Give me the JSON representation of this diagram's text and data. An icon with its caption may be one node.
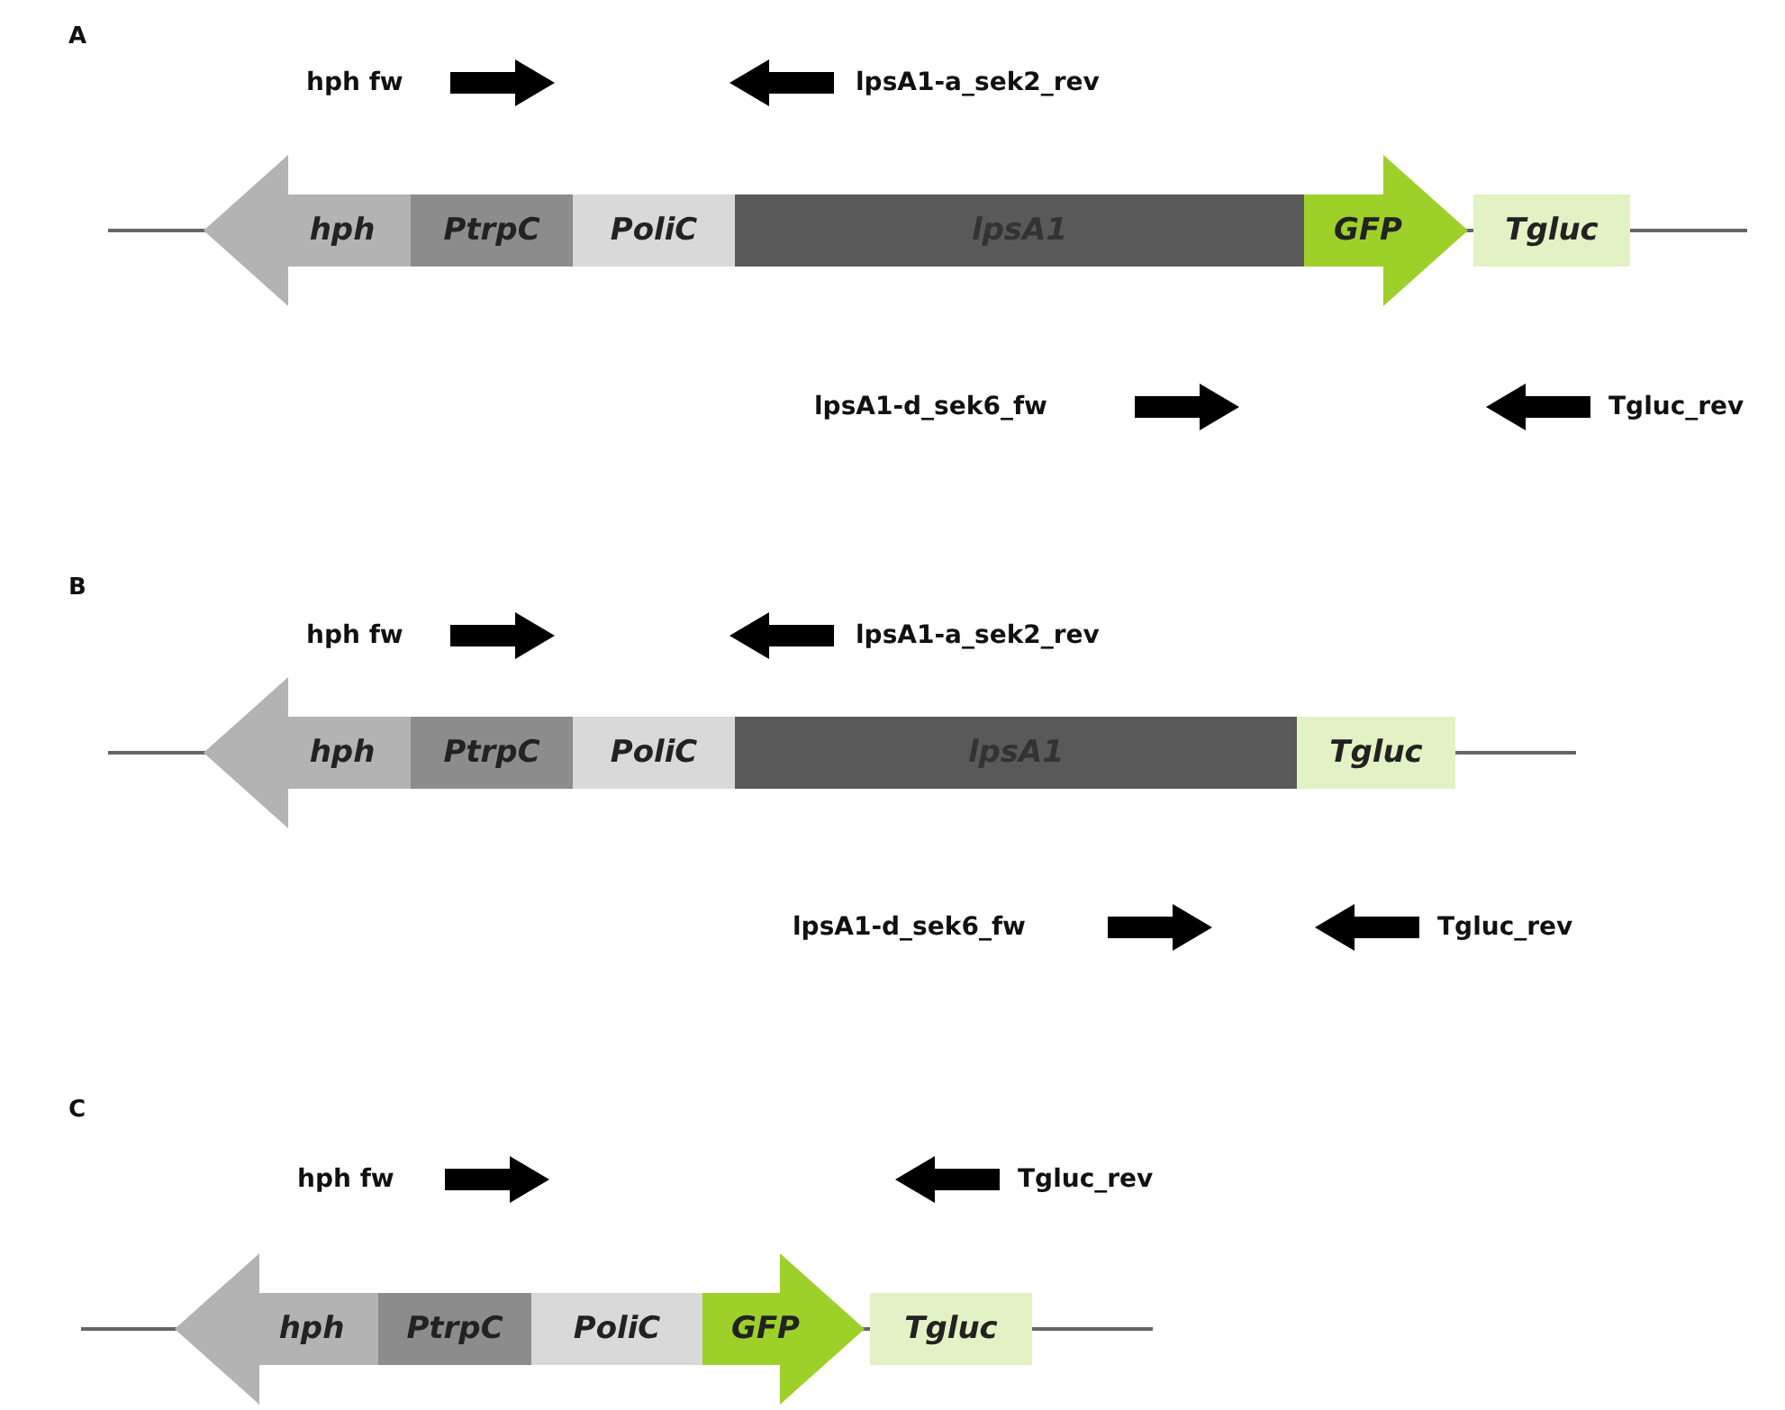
{
  "diagram": {
    "nodes": [
      {
        "text": [
          "hph"
        ]
      },
      {
        "text": [
          "PtrpC"
        ]
      },
      {
        "text": [
          "PoliC"
        ]
      },
      {
        "text": [
          "lpsA1"
        ]
      },
      {
        "text": [
          "GFP"
        ]
      },
      {
        "text": [
          "Tgluc"
        ]
      },
      {
        "text": [
          "hph"
        ]
      },
      {
        "text": [
          "PtrpC"
        ]
      },
      {
        "text": [
          "PoliC"
        ]
      },
      {
        "text": [
          "lpsA1"
        ]
      },
      {
        "text": [
          "Tgluc"
        ]
      },
      {
        "text": [
          "hph"
        ]
      },
      {
        "text": [
          "PtrpC"
        ]
      },
      {
        "text": [
          "PoliC"
        ]
      },
      {
        "text": [
          "GFP"
        ]
      },
      {
        "text": [
          "Tgluc"
        ]
      }
    ],
    "labels": [
      "A",
      "hph fw",
      "lpsA1-a_sek2_rev",
      "lpsA1-d_sek6_fw",
      "Tgluc_rev",
      "B",
      "hph fw",
      "lpsA1-a_sek2_rev",
      "lpsA1-d_sek6_fw",
      "Tgluc_rev",
      "C",
      "hph fw",
      "Tgluc_rev"
    ]
  }
}
